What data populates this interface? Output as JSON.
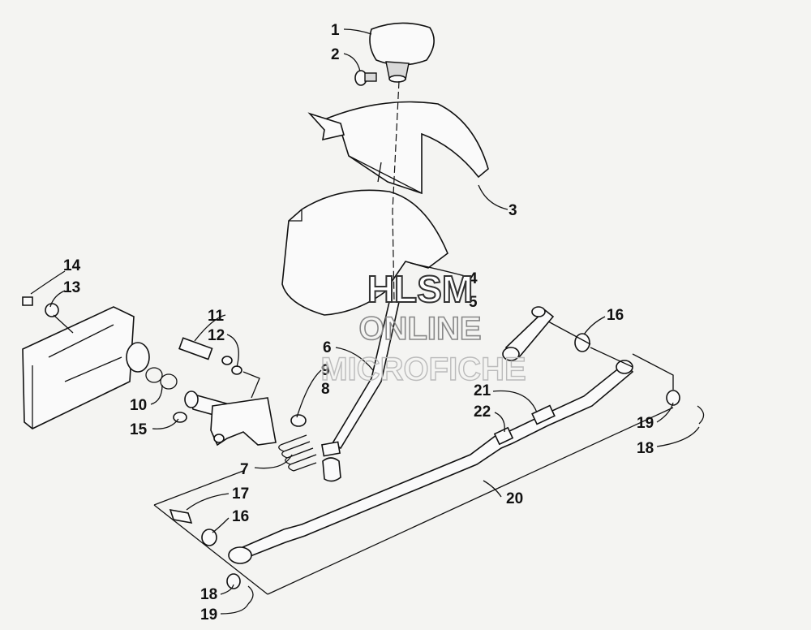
{
  "diagram": {
    "callouts": [
      {
        "id": "c1",
        "text": "1"
      },
      {
        "id": "c2",
        "text": "2"
      },
      {
        "id": "c3",
        "text": "3"
      },
      {
        "id": "c4",
        "text": "4"
      },
      {
        "id": "c5",
        "text": "5"
      },
      {
        "id": "c6",
        "text": "6"
      },
      {
        "id": "c7",
        "text": "7"
      },
      {
        "id": "c8",
        "text": "8"
      },
      {
        "id": "c9",
        "text": "9"
      },
      {
        "id": "c10",
        "text": "10"
      },
      {
        "id": "c11",
        "text": "11"
      },
      {
        "id": "c12",
        "text": "12"
      },
      {
        "id": "c13",
        "text": "13"
      },
      {
        "id": "c14",
        "text": "14"
      },
      {
        "id": "c15",
        "text": "15"
      },
      {
        "id": "c16a",
        "text": "16"
      },
      {
        "id": "c16b",
        "text": "16"
      },
      {
        "id": "c17",
        "text": "17"
      },
      {
        "id": "c18a",
        "text": "18"
      },
      {
        "id": "c18b",
        "text": "18"
      },
      {
        "id": "c19a",
        "text": "19"
      },
      {
        "id": "c19b",
        "text": "19"
      },
      {
        "id": "c20",
        "text": "20"
      },
      {
        "id": "c21",
        "text": "21"
      },
      {
        "id": "c22",
        "text": "22"
      }
    ]
  },
  "watermark": {
    "line1": "HLSM",
    "line2": "ONLINE",
    "line3": "MICROFICHE"
  }
}
